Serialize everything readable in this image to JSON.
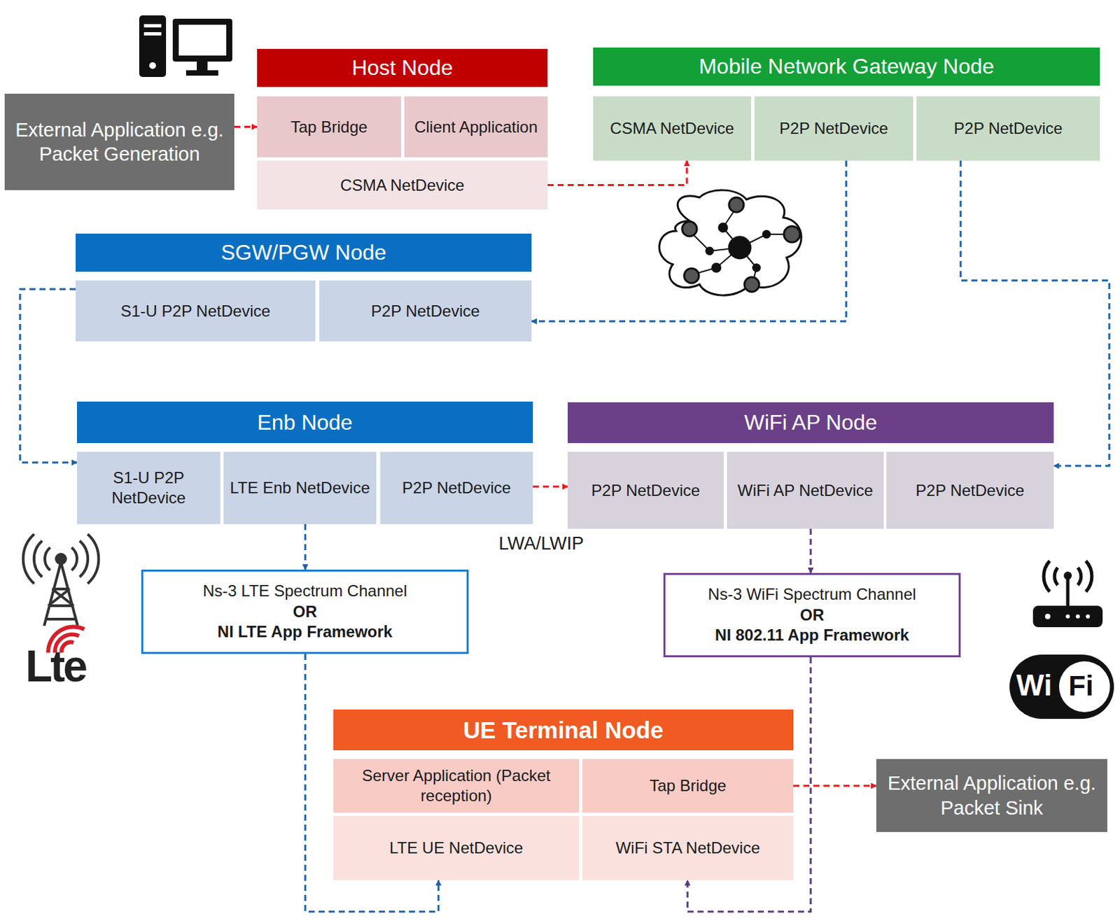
{
  "diagram": {
    "nodes": [
      {
        "text": [
          "External Application e.g. Packet Generation"
        ]
      },
      {
        "text": [
          "Host Node"
        ]
      },
      {
        "text": [
          "Tap Bridge"
        ],
        "in": 1
      },
      {
        "text": [
          "Client Application"
        ],
        "in": 1
      },
      {
        "text": [
          "CSMA NetDevice"
        ],
        "in": 1
      },
      {
        "text": [
          "Mobile Network Gateway Node"
        ]
      },
      {
        "text": [
          "CSMA NetDevice"
        ],
        "in": 5
      },
      {
        "text": [
          "P2P NetDevice"
        ],
        "in": 5
      },
      {
        "text": [
          "P2P NetDevice"
        ],
        "in": 5
      },
      {
        "text": [
          "SGW/PGW Node"
        ]
      },
      {
        "text": [
          "S1-U P2P NetDevice"
        ],
        "in": 9
      },
      {
        "text": [
          "P2P NetDevice"
        ],
        "in": 9
      },
      {
        "text": [
          "Enb Node"
        ]
      },
      {
        "text": [
          "S1-U P2P NetDevice"
        ],
        "in": 12
      },
      {
        "text": [
          "LTE Enb NetDevice"
        ],
        "in": 12
      },
      {
        "text": [
          "P2P NetDevice"
        ],
        "in": 12
      },
      {
        "text": [
          "WiFi AP Node"
        ]
      },
      {
        "text": [
          "P2P NetDevice"
        ],
        "in": 16
      },
      {
        "text": [
          "WiFi AP NetDevice"
        ],
        "in": 16
      },
      {
        "text": [
          "P2P NetDevice"
        ],
        "in": 16
      },
      {
        "text": [
          "Ns-3 LTE Spectrum Channel",
          "OR",
          "NI LTE App Framework"
        ]
      },
      {
        "text": [
          "Ns-3 WiFi Spectrum Channel",
          "OR",
          "NI 802.11 App Framework"
        ]
      },
      {
        "text": [
          "UE Terminal Node"
        ]
      },
      {
        "text": [
          "Server Application (Packet reception)"
        ],
        "in": 22
      },
      {
        "text": [
          "Tap Bridge"
        ],
        "in": 22
      },
      {
        "text": [
          "LTE UE NetDevice"
        ],
        "in": 22
      },
      {
        "text": [
          "WiFi STA NetDevice"
        ],
        "in": 22
      },
      {
        "text": [
          "External Application e.g. Packet Sink"
        ]
      }
    ],
    "edges": [
      {
        "from": 0,
        "to": 2,
        "arrow": "to"
      },
      {
        "from": 4,
        "to": 6,
        "arrow": "to"
      },
      {
        "from": 7,
        "to": 11,
        "arrow": "to"
      },
      {
        "from": 8,
        "to": 19,
        "arrow": "to"
      },
      {
        "from": 10,
        "to": 13,
        "arrow": "to"
      },
      {
        "from": 15,
        "to": 17,
        "label": "LWA/LWIP",
        "arrow": "to"
      },
      {
        "from": 14,
        "to": 20,
        "arrow": "to"
      },
      {
        "from": 18,
        "to": 21,
        "arrow": "to"
      },
      {
        "from": 20,
        "to": 25,
        "arrow": "to"
      },
      {
        "from": 21,
        "to": 26,
        "arrow": "to"
      },
      {
        "from": 24,
        "to": 27,
        "arrow": "to"
      }
    ],
    "labels": [
      "Lte",
      "Wi",
      "Fi"
    ]
  }
}
